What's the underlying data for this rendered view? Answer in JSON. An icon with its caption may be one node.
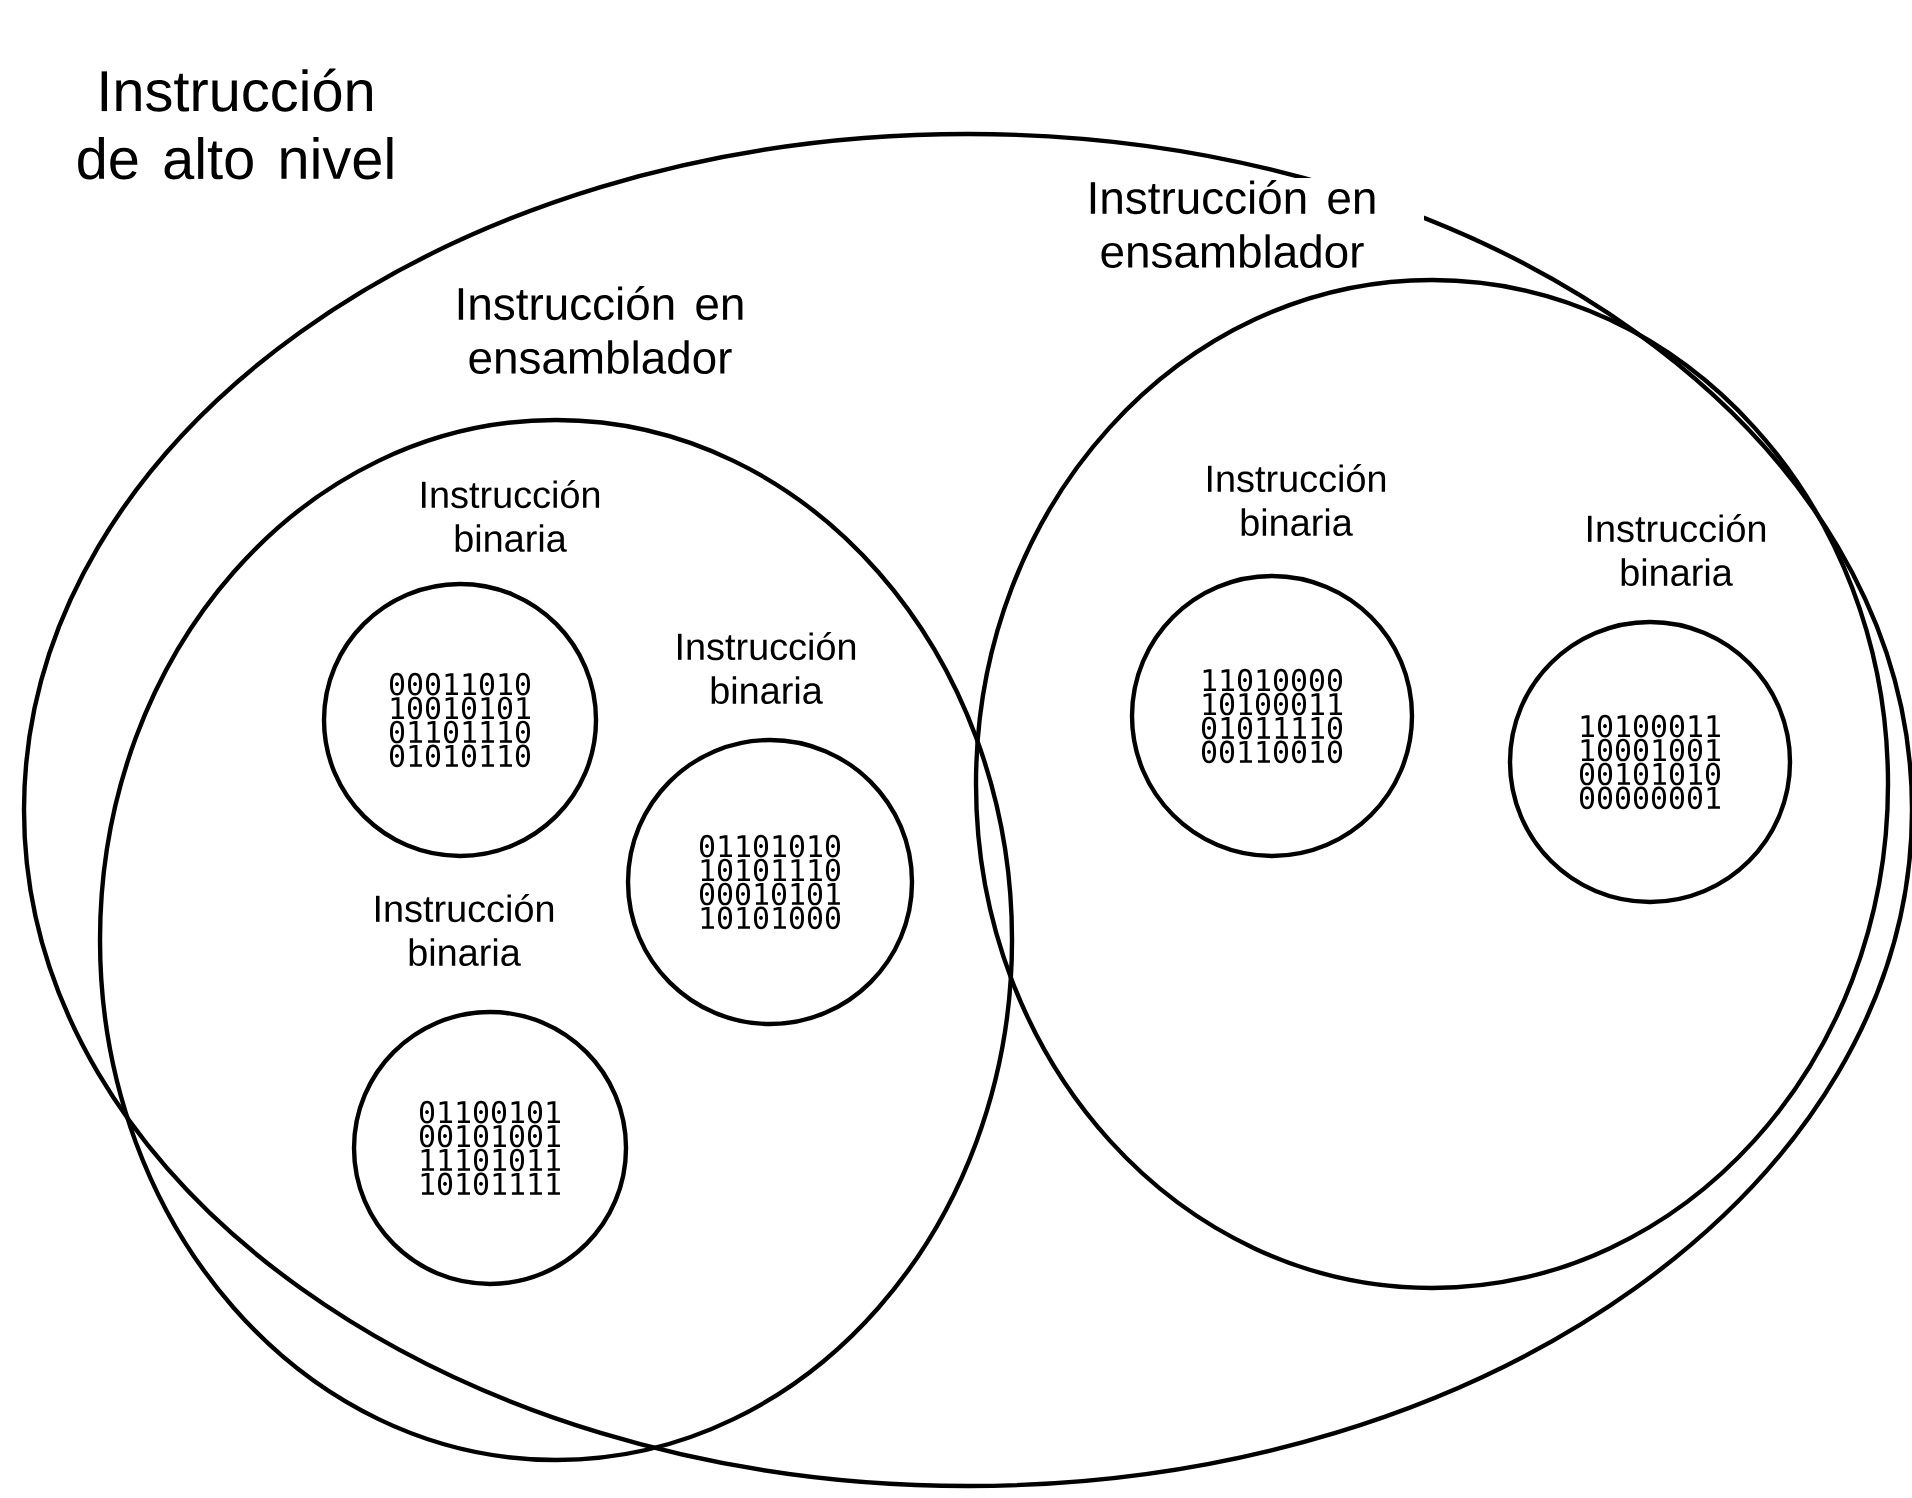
{
  "diagram": {
    "nodes": [
      {
        "text": [
          "Instrucción de alto nivel"
        ]
      },
      {
        "text": [
          "Instrucción en ensamblador"
        ],
        "in": 0
      },
      {
        "text": [
          "Instrucción binaria",
          "00011010 10010101 01101110 01010110"
        ],
        "in": 1
      },
      {
        "text": [
          "Instrucción binaria",
          "01101010 10101110 00010101 10101000"
        ],
        "in": 1
      },
      {
        "text": [
          "Instrucción binaria",
          "01100101 00101001 11101011 10101111"
        ],
        "in": 1
      },
      {
        "text": [
          "Instrucción en ensamblador"
        ],
        "in": 0
      },
      {
        "text": [
          "Instrucción binaria",
          "11010000 10100011 01011110 00110010"
        ],
        "in": 5
      },
      {
        "text": [
          "Instrucción binaria",
          "10100011 10001001 00101010 00000001"
        ],
        "in": 5
      }
    ]
  }
}
